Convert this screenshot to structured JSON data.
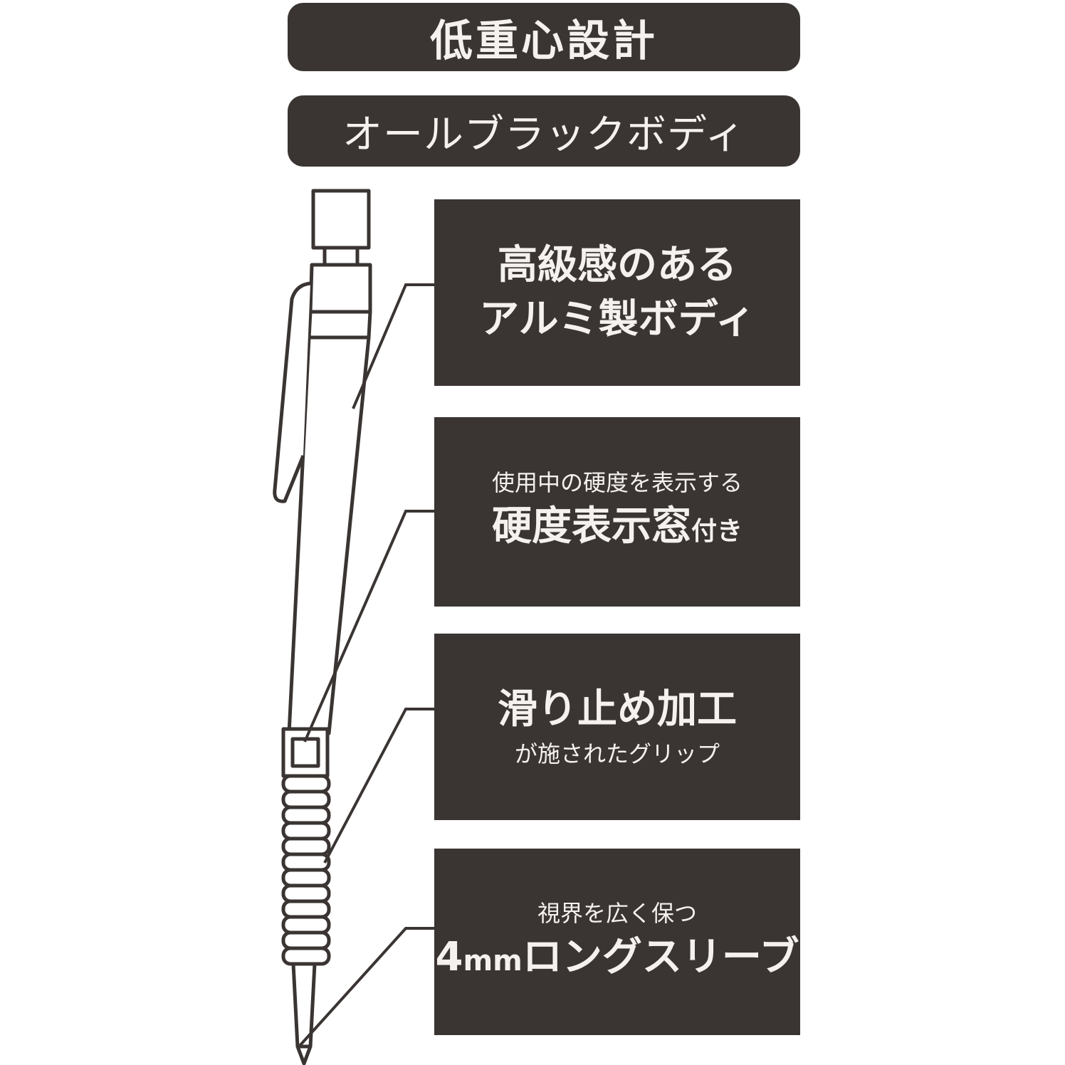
{
  "colors": {
    "box_bg": "#3a3533",
    "text": "#f4f1ee",
    "line": "#3a3533"
  },
  "header": {
    "title": "低重心設計",
    "subtitle": "オールブラックボディ"
  },
  "features": [
    {
      "line1": "高級感のある",
      "line2": "アルミ製ボディ"
    },
    {
      "lead": "使用中の硬度を表示する",
      "main": "硬度表示窓",
      "suffix": "付き"
    },
    {
      "main": "滑り止め加工",
      "sub": "が施されたグリップ"
    },
    {
      "lead": "視界を広く保つ",
      "main_num": "4",
      "main_unit": "mm",
      "main_text": "ロングスリーブ"
    }
  ]
}
